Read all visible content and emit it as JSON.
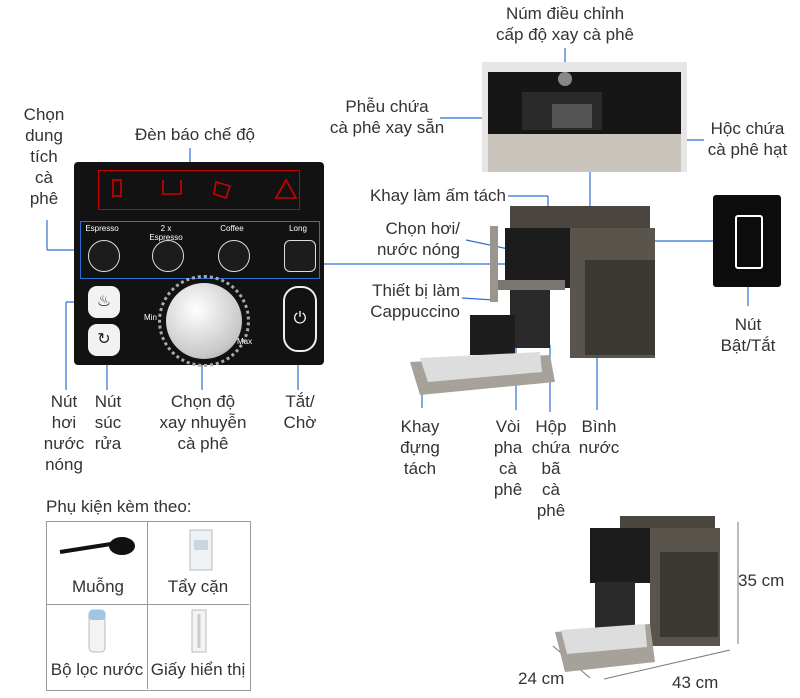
{
  "labels": {
    "grind_knob": "Núm điều chỉnh\ncấp độ xay cà phê",
    "ground_funnel": "Phễu chứa\ncà phê xay sẵn",
    "bean_container": "Hộc chứa\ncà phê hạt",
    "cup_warmer": "Khay làm ấm tách",
    "steam_select": "Chọn hơi/\nnước nóng",
    "cappuccino": "Thiết bị làm\nCappuccino",
    "power_button": "Nút\nBật/Tắt",
    "drip_tray": "Khay\nđựng\ntách",
    "spout": "Vòi\npha\ncà\nphê",
    "grounds_box": "Hộp\nchứa\nbã\ncà\nphê",
    "water_tank": "Bình\nnước",
    "volume": "Chọn\ndung\ntích\ncà\nphê",
    "indicator": "Đèn báo chế độ",
    "steam_button": "Nút\nhơi\nnước\nnóng",
    "rinse_button": "Nút\nsúc\nrửa",
    "grind_fine": "Chọn độ\nxay nhuyễn\ncà phê",
    "standby": "Tắt/\nChờ"
  },
  "panel": {
    "modes": [
      "Espresso",
      "2 x Espresso",
      "Coffee",
      "Long"
    ],
    "knob_min": "Min",
    "knob_max": "Max"
  },
  "accessories": {
    "title": "Phụ kiện kèm theo:",
    "items": [
      "Muỗng",
      "Tẩy cặn",
      "Bộ lọc nước",
      "Giấy hiển thị"
    ]
  },
  "dimensions": {
    "height": "35 cm",
    "depth": "24 cm",
    "width": "43 cm"
  },
  "colors": {
    "panel": "#121212",
    "indicator_red": "#d10000",
    "line_blue": "#2f6fd6",
    "machine_body": "#5a554c"
  }
}
